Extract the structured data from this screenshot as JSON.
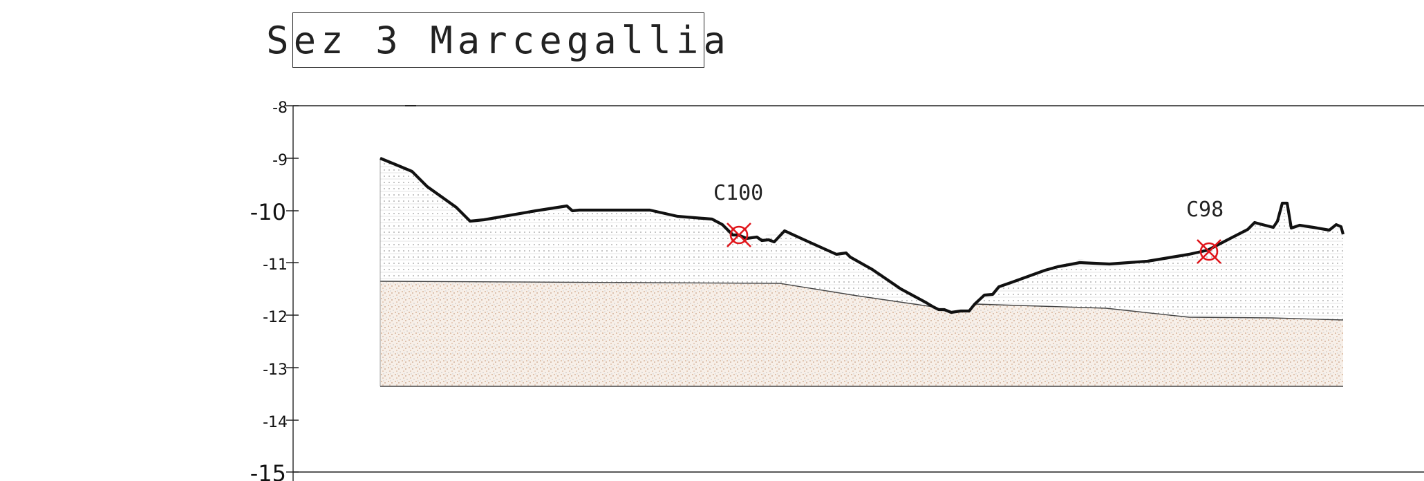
{
  "title": "Sez 3 Marcegallia",
  "axis": {
    "y_ticks": [
      "-8",
      "-9",
      "-10",
      "-11",
      "-12",
      "-13",
      "-14",
      "-15"
    ],
    "y_range": [
      -15,
      -8
    ]
  },
  "boreholes": [
    {
      "id": "C100",
      "label": "C100"
    },
    {
      "id": "C98",
      "label": "C98"
    }
  ],
  "colors": {
    "line": "#111111",
    "marker": "#e0141a",
    "silt_dots": "#b0b0b0",
    "sand": "#c79a7a"
  },
  "chart_data": {
    "type": "section",
    "title": "Sez 3 Marcegallia",
    "ylim": [
      -15,
      -8
    ],
    "y_ticks": [
      -8,
      -9,
      -10,
      -11,
      -12,
      -13,
      -14,
      -15
    ],
    "layers": [
      "silt (dotted)",
      "sand (stippled)"
    ],
    "boreholes": [
      {
        "name": "C100",
        "elevation": -10.5
      },
      {
        "name": "C98",
        "elevation": -10.8
      }
    ],
    "profile_min": -11.9,
    "sand_top_left": -11.35,
    "sand_top_right": -12.1,
    "sand_bottom": -13.35
  }
}
